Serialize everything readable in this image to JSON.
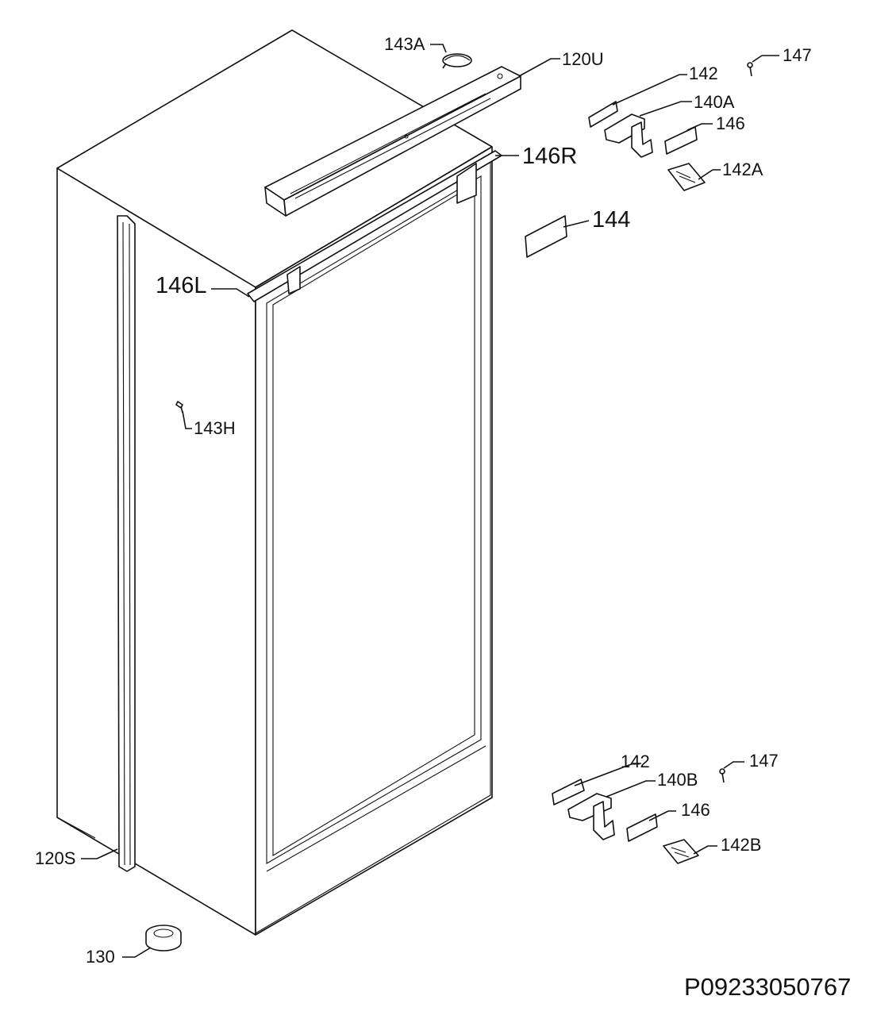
{
  "drawing_ref": "P09233050767",
  "labels": {
    "l143A": "143A",
    "l120U": "120U",
    "l147_top": "147",
    "l142_top": "142",
    "l140A": "140A",
    "l146_top": "146",
    "l146R": "146R",
    "l142A": "142A",
    "l144": "144",
    "l146L": "146L",
    "l143H": "143H",
    "l142_bot": "142",
    "l147_bot": "147",
    "l140B": "140B",
    "l146_bot": "146",
    "l142B": "142B",
    "l120S": "120S",
    "l130": "130"
  }
}
